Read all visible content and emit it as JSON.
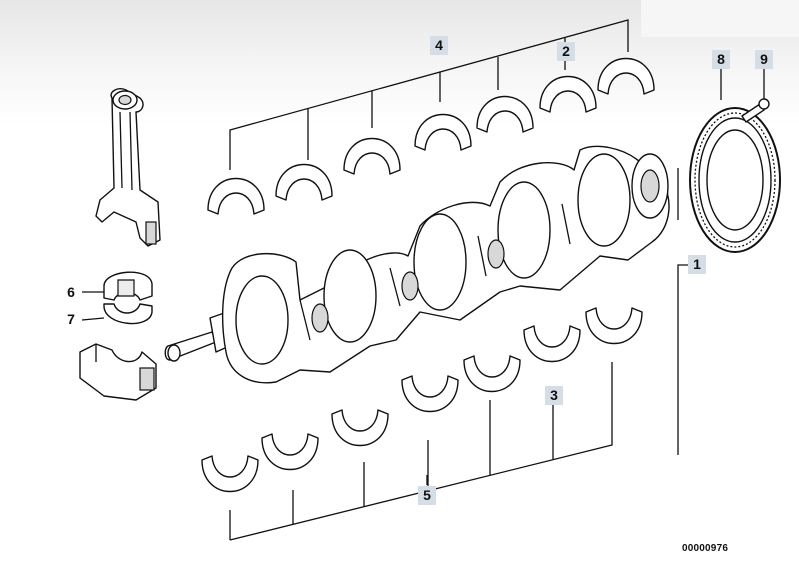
{
  "callouts": {
    "c1": "1",
    "c2": "2",
    "c3": "3",
    "c4": "4",
    "c5": "5",
    "c6": "6",
    "c7": "7",
    "c8": "8",
    "c9": "9"
  },
  "drawing_number": "00000976"
}
